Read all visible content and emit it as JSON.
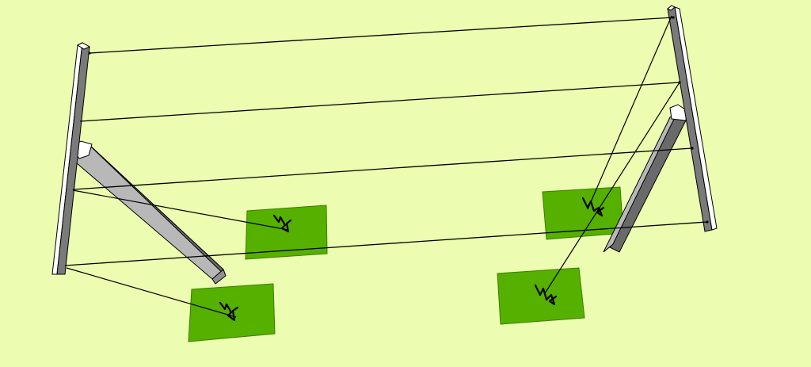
{
  "scene": {
    "background": "#ecfcb0",
    "post_face_color": "#ffffff",
    "post_side_color": "#808080",
    "post_dark_color": "#555555",
    "brace_light_color": "#b8b8b8",
    "brace_dark_color": "#6a6a6a",
    "patch_color": "#55b000",
    "patch_edge_color": "#3d7d00",
    "line_color": "#000000",
    "stake_icon": "stake-icon",
    "patch_count": 4,
    "guy_line_count": 4,
    "rope_count": 4
  }
}
